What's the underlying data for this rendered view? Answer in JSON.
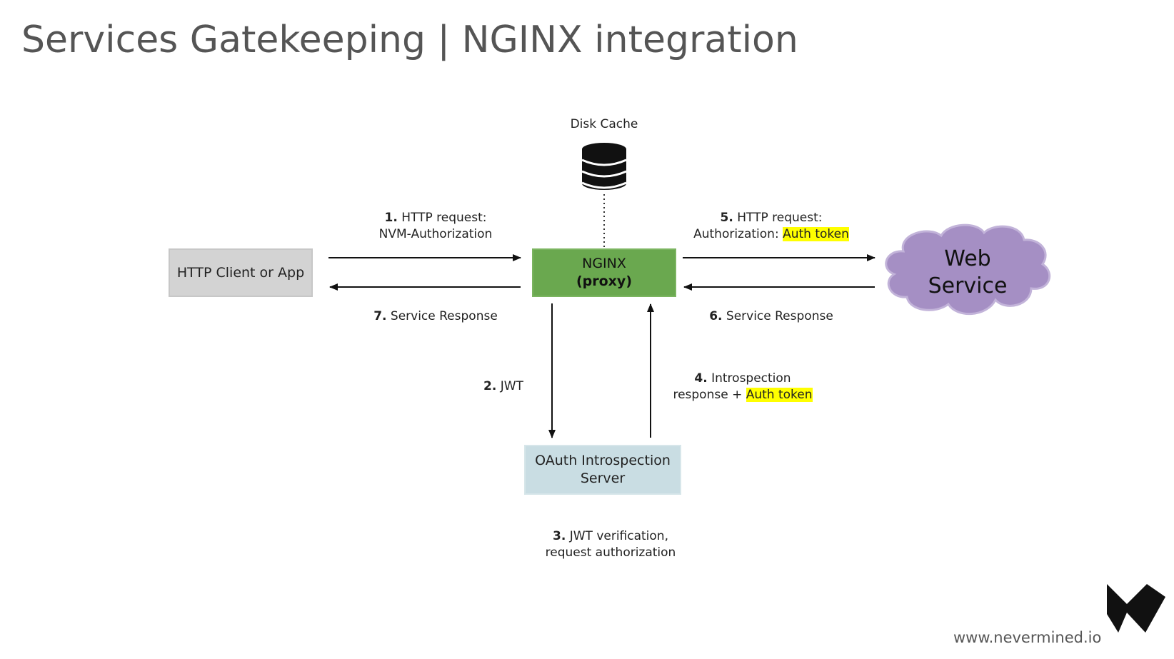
{
  "title": "Services Gatekeeping | NGINX integration",
  "nodes": {
    "client": "HTTP Client or App",
    "nginx_line1": "NGINX",
    "nginx_line2": "(proxy)",
    "cache": "Disk Cache",
    "web_line1": "Web",
    "web_line2": "Service",
    "oauth_line1": "OAuth Introspection",
    "oauth_line2": "Server"
  },
  "steps": {
    "s1_num": "1.",
    "s1_text": "HTTP request:",
    "s1_line2": "NVM-Authorization",
    "s2_num": "2.",
    "s2_text": "JWT",
    "s3_num": "3.",
    "s3_text": "JWT verification,",
    "s3_line2": "request authorization",
    "s4_num": "4.",
    "s4_text": "Introspection",
    "s4_line2": "response +",
    "s4_hl": "Auth token",
    "s5_num": "5.",
    "s5_text": "HTTP request:",
    "s5_line2": "Authorization:",
    "s5_hl": "Auth token",
    "s6_num": "6.",
    "s6_text": "Service Response",
    "s7_num": "7.",
    "s7_text": "Service Response"
  },
  "footer": {
    "url": "www.nevermined.io"
  },
  "colors": {
    "nginx": "#6aa84f",
    "client": "#d3d3d3",
    "oauth": "#c9dde3",
    "cloud": "#a58fc4",
    "highlight": "#ffff00"
  }
}
